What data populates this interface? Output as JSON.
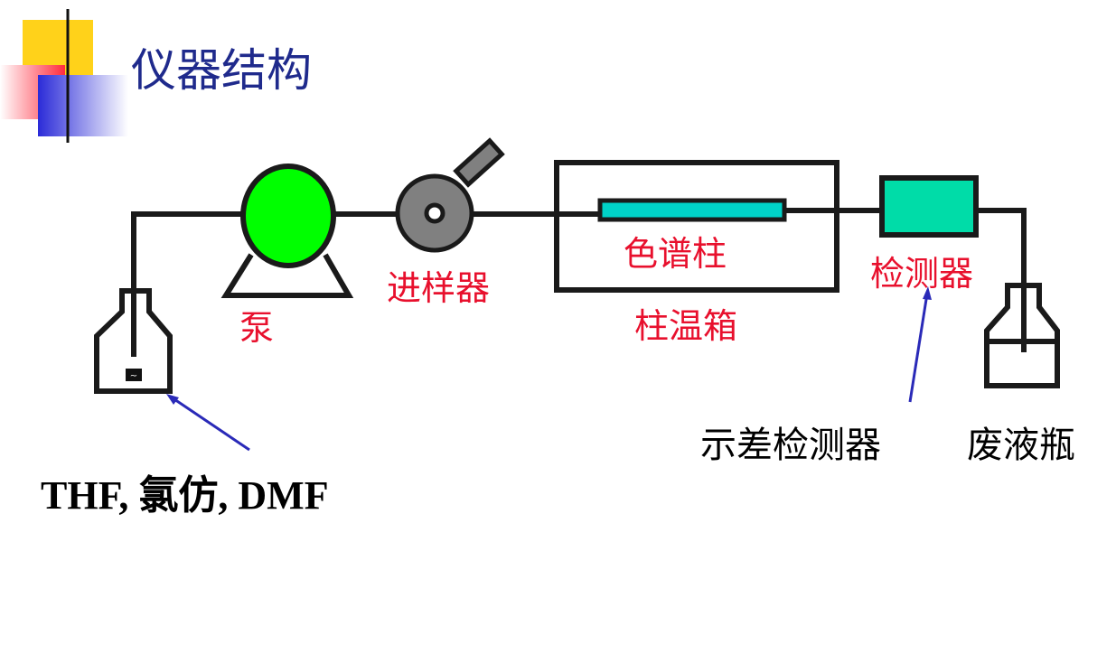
{
  "title": "仪器结构",
  "labels": {
    "pump": "泵",
    "injector": "进样器",
    "column": "色谱柱",
    "oven": "柱温箱",
    "detector": "检测器",
    "ri_detector": "示差检测器",
    "waste": "废液瓶",
    "solvents": "THF, 氯仿, DMF"
  },
  "colors": {
    "title": "#1f2a8c",
    "label_red": "#e8102d",
    "pump_fill": "#00ff00",
    "injector_fill": "#808080",
    "column_fill": "#00d2c8",
    "detector_fill": "#00dca8",
    "arrow": "#2a2ab8"
  }
}
